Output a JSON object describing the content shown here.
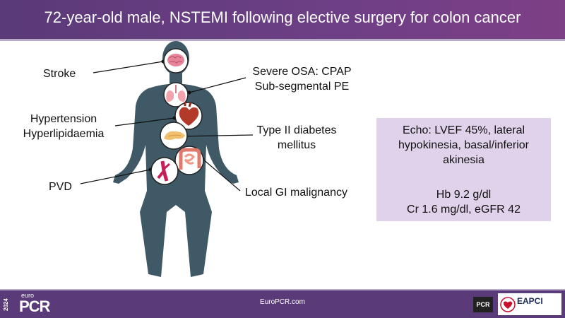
{
  "header": {
    "title": "72-year-old male, NSTEMI following elective surgery for colon cancer"
  },
  "labels": {
    "stroke": "Stroke",
    "osa_line1": "Severe OSA: CPAP",
    "osa_line2": "Sub-segmental PE",
    "htn_line1": "Hypertension",
    "htn_line2": "Hyperlipidaemia",
    "dm_line1": "Type II diabetes",
    "dm_line2": "mellitus",
    "pvd": "PVD",
    "gi": "Local GI malignancy"
  },
  "info_box": {
    "line1": "Echo: LVEF 45%, lateral",
    "line2": "hypokinesia, basal/inferior",
    "line3": "akinesia",
    "line4": "Hb 9.2 g/dl",
    "line5": "Cr 1.6 mg/dl, eGFR 42"
  },
  "footer": {
    "url": "EuroPCR.com",
    "logo_year": "2024",
    "logo_prefix": "euro",
    "logo_name": "PCR",
    "partner_small": "PCR",
    "partner_name": "EAPCI"
  },
  "colors": {
    "header_purple": "#5a3a78",
    "info_box": "#e0d2ea",
    "body_silhouette": "#3f5a66"
  },
  "icons": [
    "brain-icon",
    "lungs-icon",
    "heart-icon",
    "pancreas-icon",
    "intestine-icon",
    "artery-icon"
  ]
}
